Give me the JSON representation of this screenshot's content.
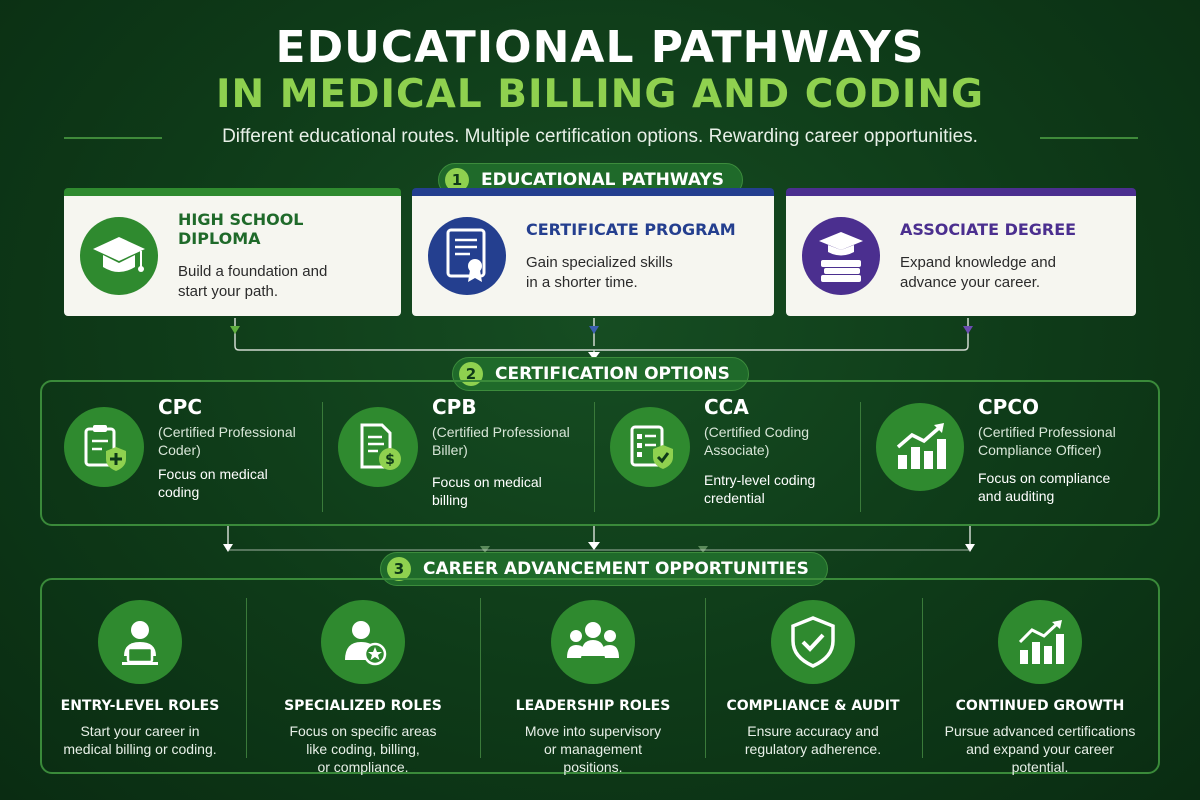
{
  "header": {
    "title_line1": "EDUCATIONAL PATHWAYS",
    "title_line2": "IN MEDICAL BILLING AND CODING",
    "subtitle": "Different educational routes. Multiple certification options. Rewarding career opportunities."
  },
  "sections": [
    {
      "number": "1",
      "label": "EDUCATIONAL PATHWAYS"
    },
    {
      "number": "2",
      "label": "CERTIFICATION OPTIONS"
    },
    {
      "number": "3",
      "label": "CAREER ADVANCEMENT OPPORTUNITIES"
    }
  ],
  "pathways": [
    {
      "title": "HIGH SCHOOL DIPLOMA",
      "desc_line1": "Build a foundation and",
      "desc_line2": "start your path.",
      "color": "#2f8a2f",
      "icon": "graduation-cap-icon"
    },
    {
      "title": "CERTIFICATE PROGRAM",
      "desc_line1": "Gain specialized skills",
      "desc_line2": "in a shorter time.",
      "color": "#243f8f",
      "icon": "certificate-icon"
    },
    {
      "title": "ASSOCIATE DEGREE",
      "desc_line1": "Expand knowledge and",
      "desc_line2": "advance your career.",
      "color": "#4b2f8f",
      "icon": "books-cap-icon"
    }
  ],
  "certifications": [
    {
      "code": "CPC",
      "full_line1": "(Certified Professional",
      "full_line2": "Coder)",
      "focus_line1": "Focus on medical",
      "focus_line2": "coding",
      "icon": "clipboard-shield-icon"
    },
    {
      "code": "CPB",
      "full_line1": "(Certified Professional",
      "full_line2": "Biller)",
      "focus_line1": "Focus on medical",
      "focus_line2": "billing",
      "icon": "document-dollar-icon"
    },
    {
      "code": "CCA",
      "full_line1": "(Certified Coding",
      "full_line2": "Associate)",
      "focus_line1": "Entry-level coding",
      "focus_line2": "credential",
      "icon": "checklist-shield-icon"
    },
    {
      "code": "CPCO",
      "full_line1": "(Certified Professional",
      "full_line2": "Compliance Officer)",
      "focus_line1": "Focus on compliance",
      "focus_line2": "and auditing",
      "icon": "growth-chart-icon"
    }
  ],
  "careers": [
    {
      "title": "ENTRY-LEVEL ROLES",
      "lines": [
        "Start your career in",
        "medical billing or coding."
      ],
      "icon": "person-laptop-icon"
    },
    {
      "title": "SPECIALIZED ROLES",
      "lines": [
        "Focus on specific areas",
        "like coding, billing,",
        "or compliance."
      ],
      "icon": "person-star-icon"
    },
    {
      "title": "LEADERSHIP ROLES",
      "lines": [
        "Move into supervisory",
        "or management",
        "positions."
      ],
      "icon": "team-icon"
    },
    {
      "title": "COMPLIANCE & AUDIT",
      "lines": [
        "Ensure accuracy and",
        "regulatory adherence."
      ],
      "icon": "shield-check-icon"
    },
    {
      "title": "CONTINUED GROWTH",
      "lines": [
        "Pursue advanced certifications",
        "and expand your career",
        "potential."
      ],
      "icon": "bar-chart-arrow-icon"
    }
  ],
  "colors": {
    "accent_green": "#8fd14f",
    "section_green": "#2f8a2f",
    "blue": "#243f8f",
    "purple": "#4b2f8f",
    "background": "#0e3a18"
  }
}
